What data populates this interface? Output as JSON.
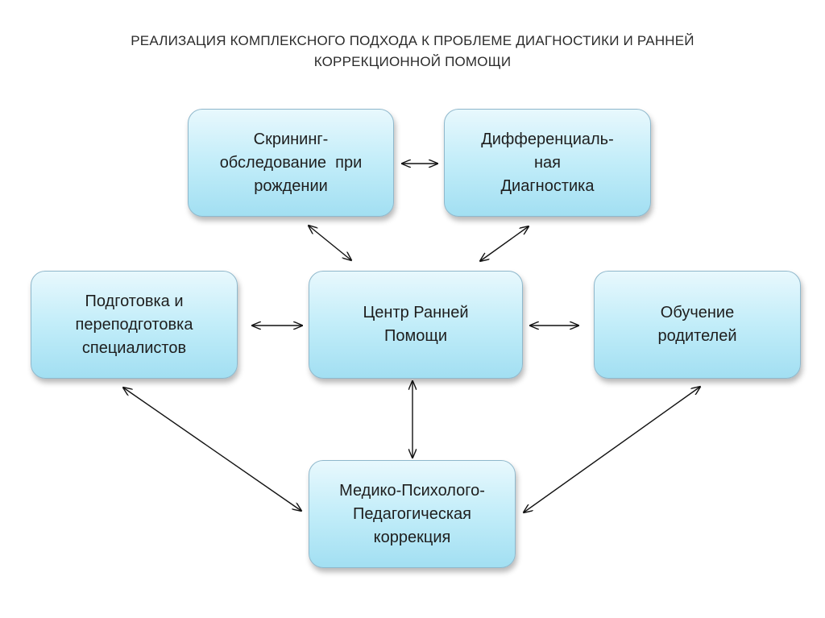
{
  "title": {
    "line1": "РЕАЛИЗАЦИЯ КОМПЛЕКСНОГО ПОДХОДА К ПРОБЛЕМЕ ДИАГНОСТИКИ И РАННЕЙ",
    "line2": "КОРРЕКЦИОННОЙ ПОМОЩИ"
  },
  "nodes": {
    "screening": {
      "lines": [
        "Скрининг-",
        "обследование  при",
        "рождении"
      ]
    },
    "diagnostics": {
      "lines": [
        "Дифференциаль-",
        "ная",
        "Диагностика"
      ]
    },
    "training": {
      "lines": [
        "Подготовка и",
        "переподготовка",
        "специалистов"
      ]
    },
    "center": {
      "lines": [
        "Центр Ранней",
        "Помощи"
      ]
    },
    "parents": {
      "lines": [
        "Обучение",
        "родителей"
      ]
    },
    "correction": {
      "lines": [
        "Медико-Психолого-",
        "Педагогическая",
        "коррекция"
      ]
    }
  },
  "connections": [
    {
      "from": "screening",
      "to": "diagnostics",
      "type": "bidirectional"
    },
    {
      "from": "screening",
      "to": "center",
      "type": "bidirectional"
    },
    {
      "from": "diagnostics",
      "to": "center",
      "type": "bidirectional"
    },
    {
      "from": "training",
      "to": "center",
      "type": "bidirectional"
    },
    {
      "from": "center",
      "to": "parents",
      "type": "bidirectional"
    },
    {
      "from": "center",
      "to": "correction",
      "type": "bidirectional"
    },
    {
      "from": "training",
      "to": "correction",
      "type": "bidirectional"
    },
    {
      "from": "parents",
      "to": "correction",
      "type": "bidirectional"
    }
  ]
}
